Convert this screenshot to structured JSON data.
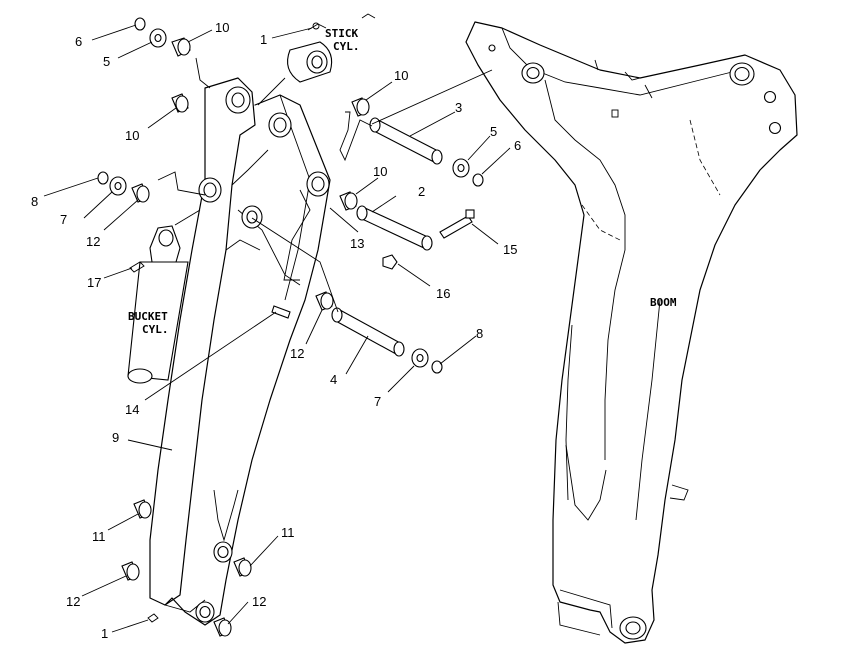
{
  "names": {
    "stick_cyl_line1": "STICK",
    "stick_cyl_line2": "CYL.",
    "bucket_cyl_line1": "BUCKET",
    "bucket_cyl_line2": "CYL.",
    "boom": "BOOM"
  },
  "callouts": [
    {
      "id": "c1a",
      "text": "1"
    },
    {
      "id": "c6a",
      "text": "6"
    },
    {
      "id": "c5a",
      "text": "5"
    },
    {
      "id": "c10a",
      "text": "10"
    },
    {
      "id": "c10b",
      "text": "10"
    },
    {
      "id": "c10c",
      "text": "10"
    },
    {
      "id": "c3",
      "text": "3"
    },
    {
      "id": "c5b",
      "text": "5"
    },
    {
      "id": "c6b",
      "text": "6"
    },
    {
      "id": "c10d",
      "text": "10"
    },
    {
      "id": "c2",
      "text": "2"
    },
    {
      "id": "c8a",
      "text": "8"
    },
    {
      "id": "c7a",
      "text": "7"
    },
    {
      "id": "c12a",
      "text": "12"
    },
    {
      "id": "c13",
      "text": "13"
    },
    {
      "id": "c15",
      "text": "15"
    },
    {
      "id": "c17",
      "text": "17"
    },
    {
      "id": "c16",
      "text": "16"
    },
    {
      "id": "c12b",
      "text": "12"
    },
    {
      "id": "c8b",
      "text": "8"
    },
    {
      "id": "c4",
      "text": "4"
    },
    {
      "id": "c7b",
      "text": "7"
    },
    {
      "id": "c14",
      "text": "14"
    },
    {
      "id": "c9",
      "text": "9"
    },
    {
      "id": "c11a",
      "text": "11"
    },
    {
      "id": "c11b",
      "text": "11"
    },
    {
      "id": "c12c",
      "text": "12"
    },
    {
      "id": "c12d",
      "text": "12"
    },
    {
      "id": "c1b",
      "text": "1"
    }
  ]
}
